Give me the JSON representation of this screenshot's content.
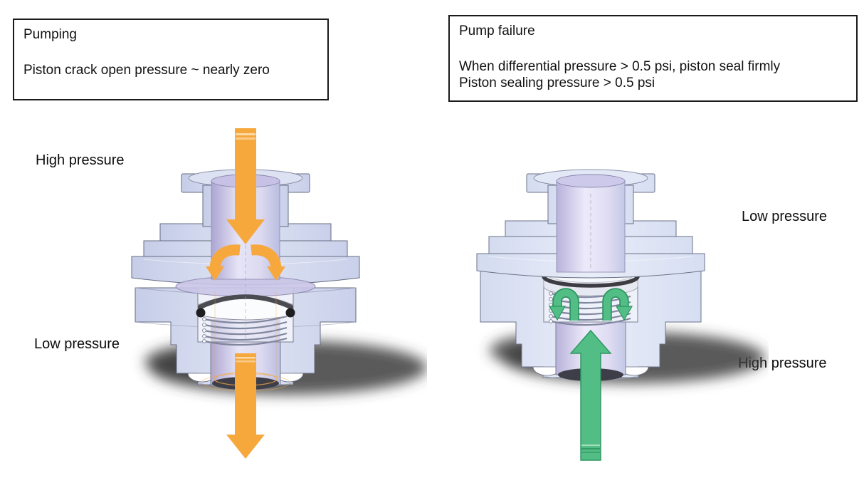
{
  "left_panel": {
    "note": {
      "title": "Pumping",
      "body": "Piston crack open pressure ~ nearly zero"
    },
    "top_label": "High pressure",
    "bottom_label": "Low pressure",
    "flow_color": "#F7A83D"
  },
  "right_panel": {
    "note": {
      "title": "Pump failure",
      "body_line1": "When differential pressure > 0.5 psi, piston seal firmly",
      "body_line2": "Piston sealing pressure > 0.5 psi"
    },
    "top_label": "Low pressure",
    "bottom_label": "High pressure",
    "flow_color": "#52BD85"
  }
}
